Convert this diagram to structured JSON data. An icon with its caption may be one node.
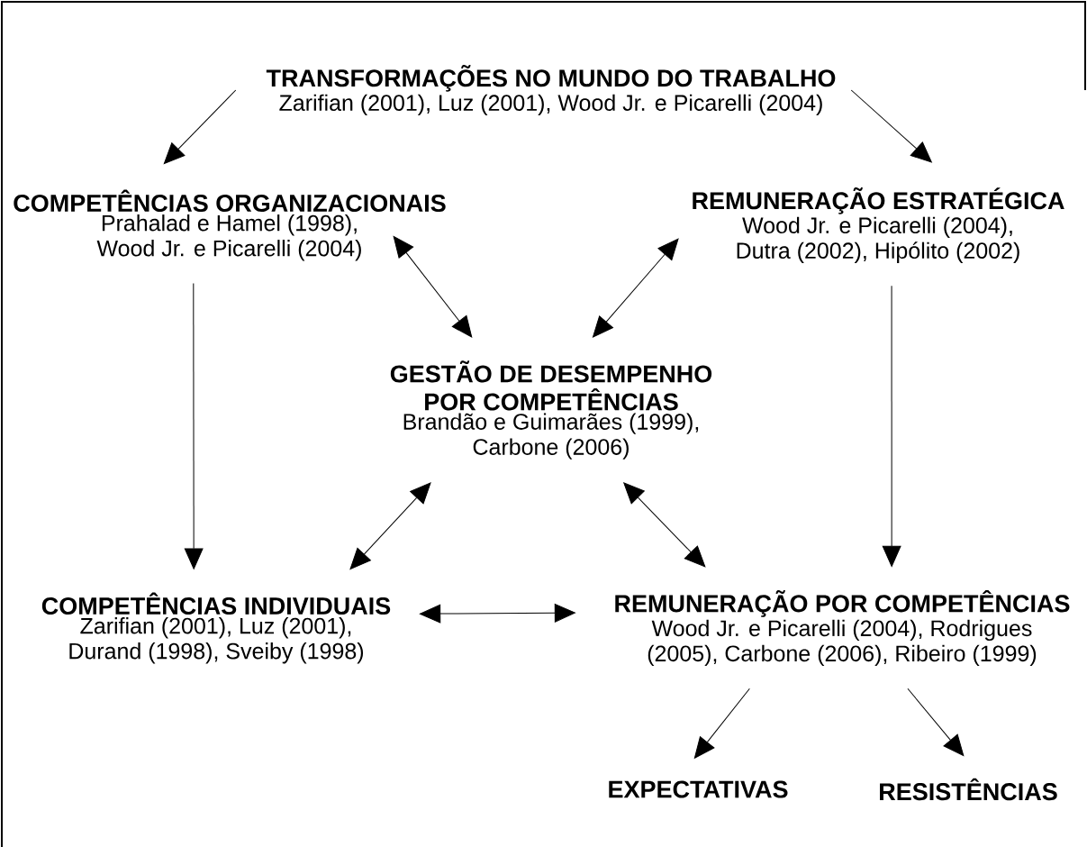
{
  "diagram": {
    "nodes": [
      {
        "text": [
          "TRANSFORMAÇÕES NO MUNDO DO TRABALHO",
          "Zarifian (2001), Luz (2001), Wood Jr. e Picarelli (2004)"
        ]
      },
      {
        "text": [
          "COMPETÊNCIAS ORGANIZACIONAIS",
          "Prahalad e Hamel (1998), Wood Jr. e Picarelli (2004)"
        ]
      },
      {
        "text": [
          "REMUNERAÇÃO ESTRATÉGICA",
          "Wood Jr. e Picarelli (2004), Dutra (2002), Hipólito (2002)"
        ]
      },
      {
        "text": [
          "GESTÃO DE DESEMPENHO POR COMPETÊNCIAS",
          "Brandão e Guimarães (1999), Carbone (2006)"
        ]
      },
      {
        "text": [
          "COMPETÊNCIAS INDIVIDUAIS",
          "Zarifian (2001), Luz (2001), Durand (1998), Sveiby (1998)"
        ]
      },
      {
        "text": [
          "REMUNERAÇÃO POR COMPETÊNCIAS",
          "Wood Jr. e Picarelli (2004), Rodrigues (2005), Carbone (2006), Ribeiro (1999)"
        ]
      },
      {
        "text": [
          "EXPECTATIVAS"
        ]
      },
      {
        "text": [
          "RESISTÊNCIAS"
        ]
      }
    ],
    "edges": [
      {
        "from": 0,
        "to": 1,
        "arrow": "to"
      },
      {
        "from": 0,
        "to": 2,
        "arrow": "to"
      },
      {
        "from": 1,
        "to": 3,
        "arrow": "both"
      },
      {
        "from": 2,
        "to": 3,
        "arrow": "both"
      },
      {
        "from": 1,
        "to": 4,
        "arrow": "to"
      },
      {
        "from": 2,
        "to": 5,
        "arrow": "to"
      },
      {
        "from": 3,
        "to": 4,
        "arrow": "both"
      },
      {
        "from": 3,
        "to": 5,
        "arrow": "both"
      },
      {
        "from": 4,
        "to": 5,
        "arrow": "both"
      },
      {
        "from": 5,
        "to": 6,
        "arrow": "to"
      },
      {
        "from": 5,
        "to": 7,
        "arrow": "to"
      }
    ]
  }
}
